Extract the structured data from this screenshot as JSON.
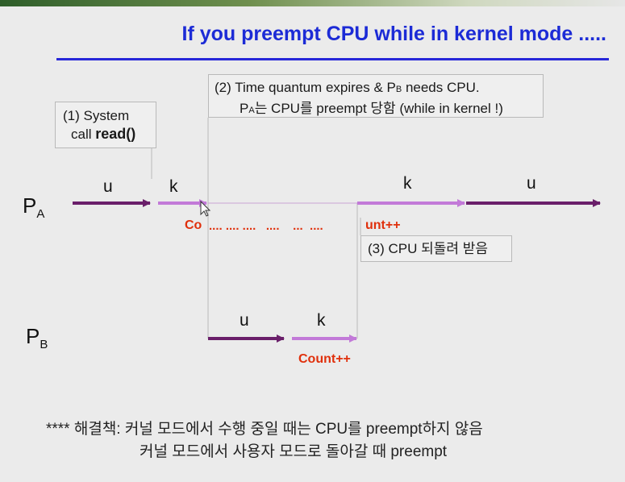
{
  "title": "If you preempt CPU while in kernel mode .....",
  "note1": {
    "line1": "(1) System",
    "line2_prefix": "call ",
    "line2_bold": "read()"
  },
  "note2": {
    "line1_a": "(2) Time quantum expires & P",
    "line1_sub": "B",
    "line1_b": " needs CPU.",
    "line2_a": "P",
    "line2_sub": "A",
    "line2_b": "는 CPU를 preempt 당함 (while in kernel !)"
  },
  "note3": "(3) CPU 되돌려 받음",
  "process_a": {
    "main": "P",
    "sub": "A"
  },
  "process_b": {
    "main": "P",
    "sub": "B"
  },
  "segments": {
    "pa_u1": "u",
    "pa_k1": "k",
    "pa_k2": "k",
    "pa_u2": "u",
    "pb_u": "u",
    "pb_k": "k"
  },
  "count_start": "Co",
  "count_dots": ".... .... ....   ....    ...  ....",
  "count_end": "unt++",
  "count_b": "Count++",
  "footer": {
    "line1": "**** 해결책: 커널 모드에서 수행 중일 때는 CPU를 preempt하지 않음",
    "line2": "커널 모드에서 사용자 모드로 돌아갈 때 preempt"
  },
  "colors": {
    "user": "#6a1f6a",
    "kernel": "#c27ad8",
    "title": "#1c2bd6",
    "counter": "#e0300c"
  }
}
